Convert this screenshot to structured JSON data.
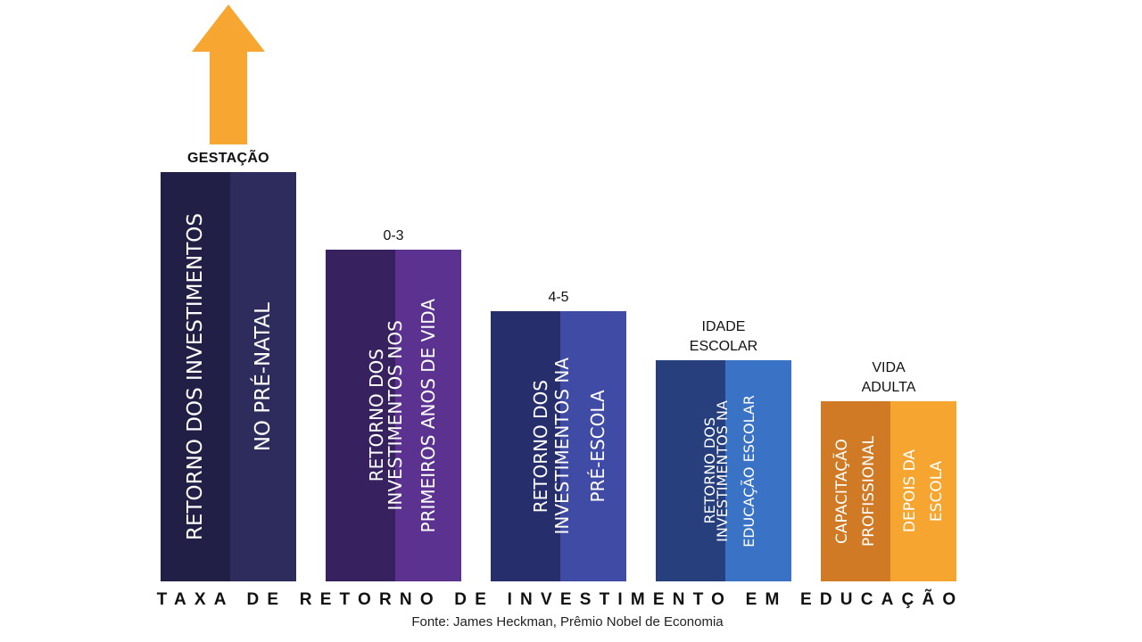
{
  "chart_data": {
    "type": "bar",
    "title": "TAXA DE RETORNO DE INVESTIMENTO EM EDUCAÇÃO",
    "source": "Fonte: James Heckman, Prêmio Nobel de Economia",
    "categories": [
      "GESTAÇÃO",
      "0-3",
      "4-5",
      "IDADE ESCOLAR",
      "VIDA ADULTA"
    ],
    "values": [
      100,
      81,
      66,
      54,
      44
    ],
    "value_unit": "relative return (qualitative, no axis)",
    "ylim": [
      0,
      100
    ],
    "axes_visible": false,
    "grid": false,
    "legend": "none",
    "annotation": "Upward arrow above GESTAÇÃO bar indicating highest return",
    "bars": [
      {
        "stage": "GESTAÇÃO",
        "stage_bold": true,
        "text_left": "RETORNO DOS INVESTIMENTOS",
        "text_right": "NO PRÉ-NATAL",
        "color_dark": "#211f45",
        "color_light": "#2e2c5c"
      },
      {
        "stage": "0-3",
        "stage_bold": false,
        "text_left": "RETORNO DOS",
        "text_right": "INVESTIMENTOS NOS\nPRIMEIROS ANOS DE VIDA",
        "color_dark": "#37225f",
        "color_light": "#5c3290"
      },
      {
        "stage": "4-5",
        "stage_bold": false,
        "text_left": "RETORNO DOS",
        "text_right": "INVESTIMENTOS NA\nPRÉ-ESCOLA",
        "color_dark": "#272e6c",
        "color_light": "#3f4ba5"
      },
      {
        "stage": "IDADE\nESCOLAR",
        "stage_bold": false,
        "text_left": "RETORNO DOS",
        "text_right": "INVESTIMENTOS NA\nEDUCAÇÃO ESCOLAR",
        "color_dark": "#273f7c",
        "color_light": "#3a72c5"
      },
      {
        "stage": "VIDA\nADULTA",
        "stage_bold": false,
        "text_left": "CAPACITAÇÃO\nPROFISSIONAL",
        "text_right": "DEPOIS DA\nESCOLA",
        "color_dark": "#d07a25",
        "color_light": "#f6a630"
      }
    ]
  },
  "colors": {
    "arrow": "#f7a731",
    "text": "#111111",
    "background": "#ffffff"
  }
}
